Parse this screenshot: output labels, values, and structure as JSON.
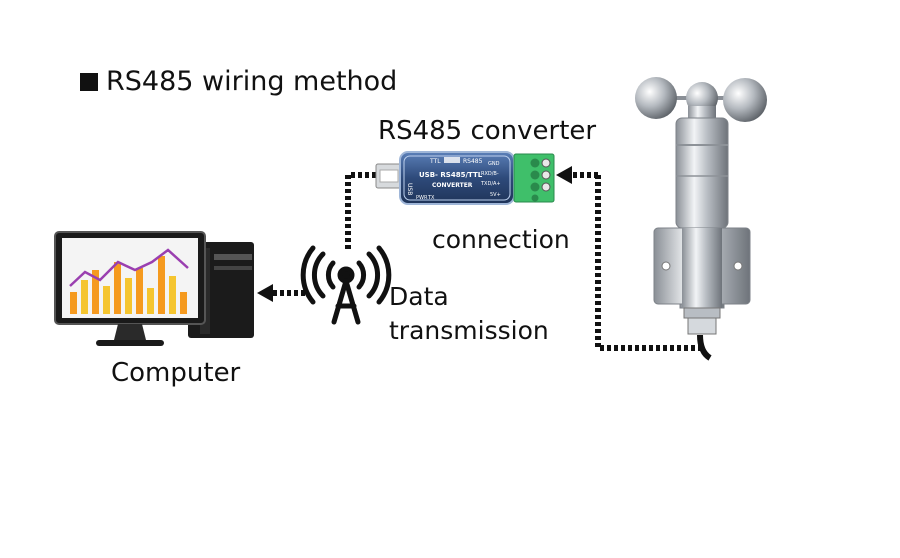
{
  "title": "RS485 wiring method",
  "converter": {
    "label": "RS485 converter",
    "body_line1": "USB- RS485/TTL",
    "body_line2": "CONVERTER",
    "top_ttl": "TTL",
    "top_rs485": "RS485",
    "usb": "USB",
    "led_pwr": "PWR",
    "led_tx": "TX",
    "pin_gnd": "GND",
    "pin_rxd": "RXD/B-",
    "pin_txd": "TXD/A+",
    "pin_5v": "5V+"
  },
  "connection_label": "connection",
  "data_label": "Data",
  "transmission_label": "transmission",
  "computer_label": "Computer",
  "colors": {
    "converter_body": "#2e4a7a",
    "terminal_green": "#3fbf6a",
    "bar_orange": "#f59a1f",
    "line_purple": "#9a3fb0"
  }
}
